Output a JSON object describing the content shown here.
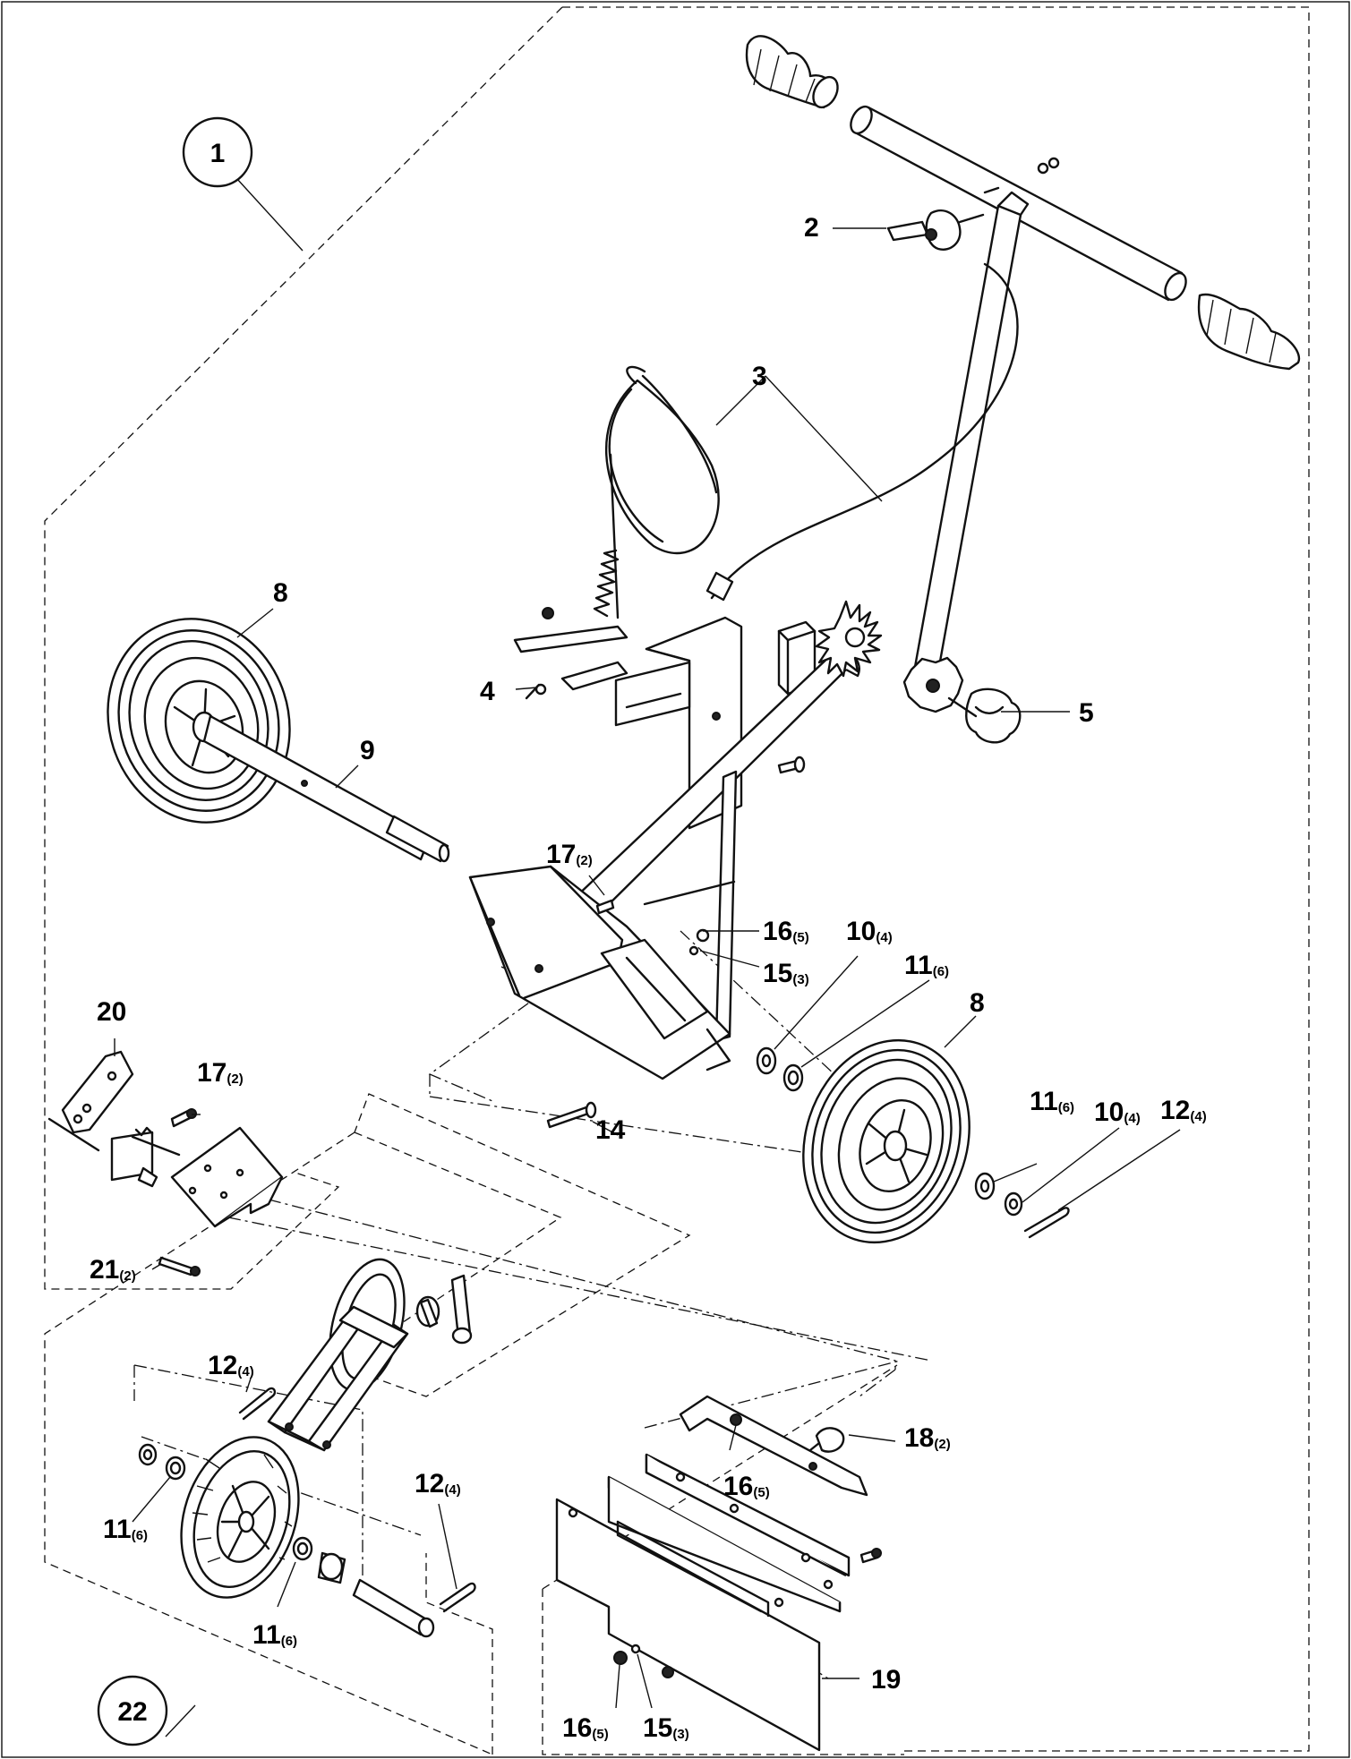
{
  "callouts": {
    "c1": "1",
    "c22": "22"
  },
  "labels": {
    "p2": {
      "num": "2",
      "qty": ""
    },
    "p3": {
      "num": "3",
      "qty": ""
    },
    "p4": {
      "num": "4",
      "qty": ""
    },
    "p5": {
      "num": "5",
      "qty": ""
    },
    "p8a": {
      "num": "8",
      "qty": ""
    },
    "p9": {
      "num": "9",
      "qty": ""
    },
    "p17a": {
      "num": "17",
      "qty": "(2)"
    },
    "p16a": {
      "num": "16",
      "qty": "(5)"
    },
    "p10a": {
      "num": "10",
      "qty": "(4)"
    },
    "p15a": {
      "num": "15",
      "qty": "(3)"
    },
    "p11a": {
      "num": "11",
      "qty": "(6)"
    },
    "p8b": {
      "num": "8",
      "qty": ""
    },
    "p11b": {
      "num": "11",
      "qty": "(6)"
    },
    "p10b": {
      "num": "10",
      "qty": "(4)"
    },
    "p12a": {
      "num": "12",
      "qty": "(4)"
    },
    "p20": {
      "num": "20",
      "qty": ""
    },
    "p17b": {
      "num": "17",
      "qty": "(2)"
    },
    "p14": {
      "num": "14",
      "qty": ""
    },
    "p21": {
      "num": "21",
      "qty": "(2)"
    },
    "p12b": {
      "num": "12",
      "qty": "(4)"
    },
    "p18": {
      "num": "18",
      "qty": "(2)"
    },
    "p16b": {
      "num": "16",
      "qty": "(5)"
    },
    "p11c": {
      "num": "11",
      "qty": "(6)"
    },
    "p12c": {
      "num": "12",
      "qty": "(4)"
    },
    "p11d": {
      "num": "11",
      "qty": "(6)"
    },
    "p19": {
      "num": "19",
      "qty": ""
    },
    "p16c": {
      "num": "16",
      "qty": "(5)"
    },
    "p15b": {
      "num": "15",
      "qty": "(3)"
    }
  }
}
